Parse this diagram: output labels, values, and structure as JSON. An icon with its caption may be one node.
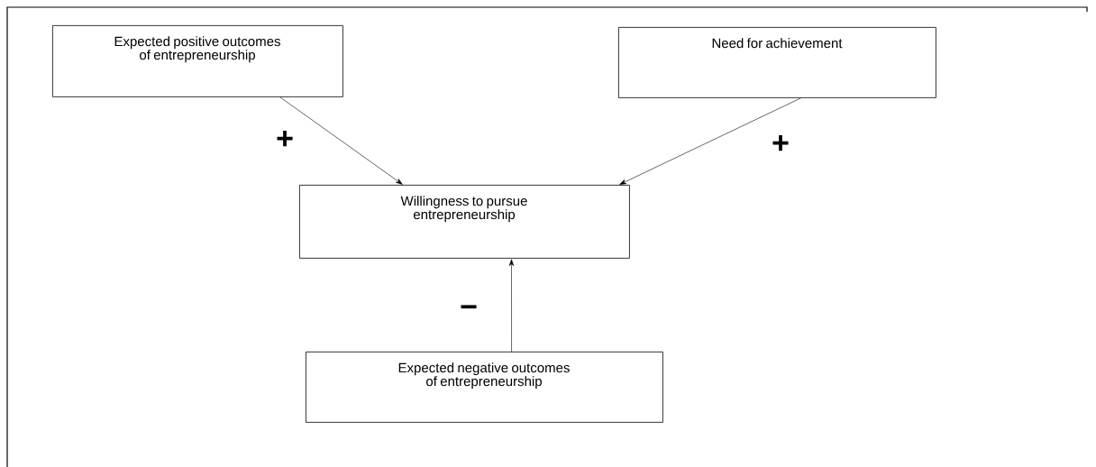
{
  "diagram": {
    "nodes": [
      {
        "text": [
          "Expected positive outcomes of entrepreneurship"
        ]
      },
      {
        "text": [
          "Need for achievement"
        ]
      },
      {
        "text": [
          "Willingness to pursue entrepreneurship"
        ]
      },
      {
        "text": [
          "Expected negative outcomes of entrepreneurship"
        ]
      }
    ],
    "edges": [
      {
        "from": 0,
        "to": 2,
        "arrow": "to",
        "label": "+"
      },
      {
        "from": 1,
        "to": 2,
        "arrow": "to",
        "label": "+"
      },
      {
        "from": 3,
        "to": 2,
        "arrow": "to",
        "label": "−"
      }
    ]
  }
}
